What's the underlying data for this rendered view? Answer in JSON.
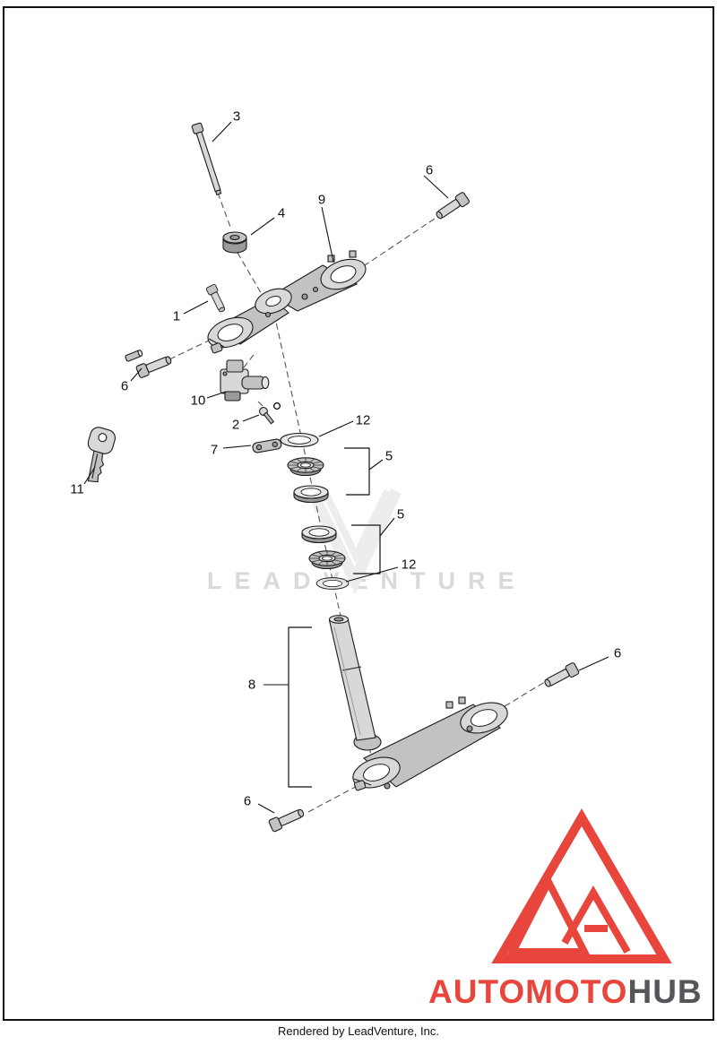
{
  "diagram": {
    "watermark": "LEADVENTURE",
    "footer": "Rendered by LeadVenture, Inc."
  },
  "logo": {
    "primary": "AUTOMOTO",
    "secondary": "HUB",
    "primary_color": "#e8453c",
    "secondary_color": "#55565a"
  },
  "callouts": [
    {
      "id": "3",
      "label": "3"
    },
    {
      "id": "6a",
      "label": "6"
    },
    {
      "id": "4",
      "label": "4"
    },
    {
      "id": "9",
      "label": "9"
    },
    {
      "id": "1",
      "label": "1"
    },
    {
      "id": "6b",
      "label": "6"
    },
    {
      "id": "10",
      "label": "10"
    },
    {
      "id": "2",
      "label": "2"
    },
    {
      "id": "12a",
      "label": "12"
    },
    {
      "id": "7",
      "label": "7"
    },
    {
      "id": "5a",
      "label": "5"
    },
    {
      "id": "5b",
      "label": "5"
    },
    {
      "id": "12b",
      "label": "12"
    },
    {
      "id": "11",
      "label": "11"
    },
    {
      "id": "8",
      "label": "8"
    },
    {
      "id": "6c",
      "label": "6"
    },
    {
      "id": "6d",
      "label": "6"
    }
  ]
}
